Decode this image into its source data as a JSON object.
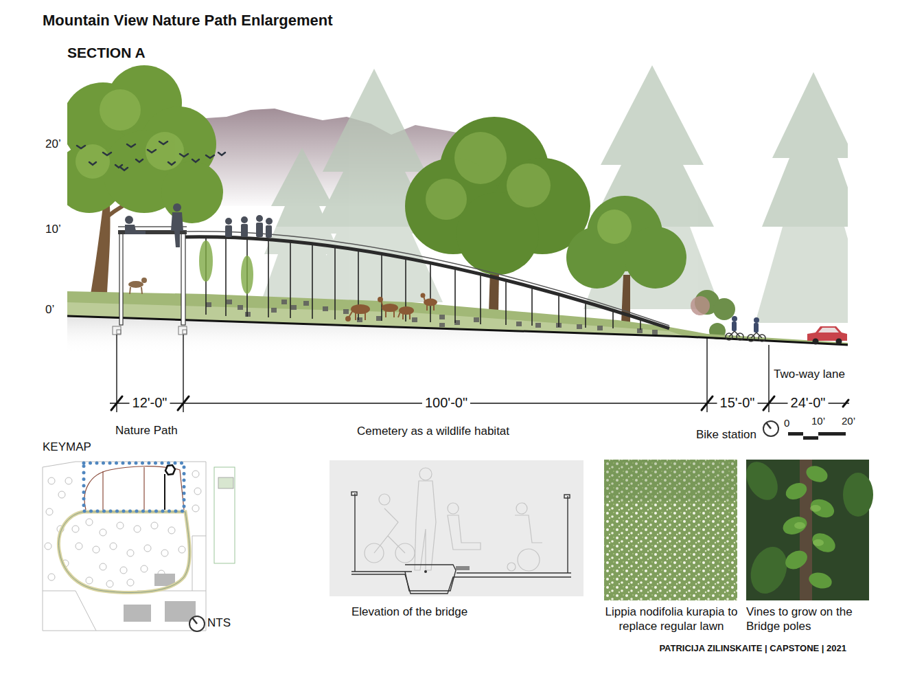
{
  "diagram": {
    "title": "Mountain View Nature Path Enlargement",
    "nodes": [
      {
        "text": [
          "KEYMAP"
        ]
      },
      {
        "text": [
          "Elevation of the bridge"
        ]
      },
      {
        "text": [
          "Lippia nodifolia kurapia to replace regular lawn"
        ]
      },
      {
        "text": [
          "Vines to grow on the Bridge poles"
        ]
      }
    ],
    "labels": [
      "SECTION A",
      "20’",
      "10’",
      "0’",
      "12'-0\"",
      "100'-0\"",
      "15'-0\"",
      "Two-way lane",
      "24'-0\"",
      "Nature Path",
      "Cemetery as a wildlife habitat",
      "Bike station",
      "0",
      "10’",
      "20’",
      "NTS",
      "PATRICIJA ZILINSKAITE | CAPSTONE | 2021"
    ]
  }
}
